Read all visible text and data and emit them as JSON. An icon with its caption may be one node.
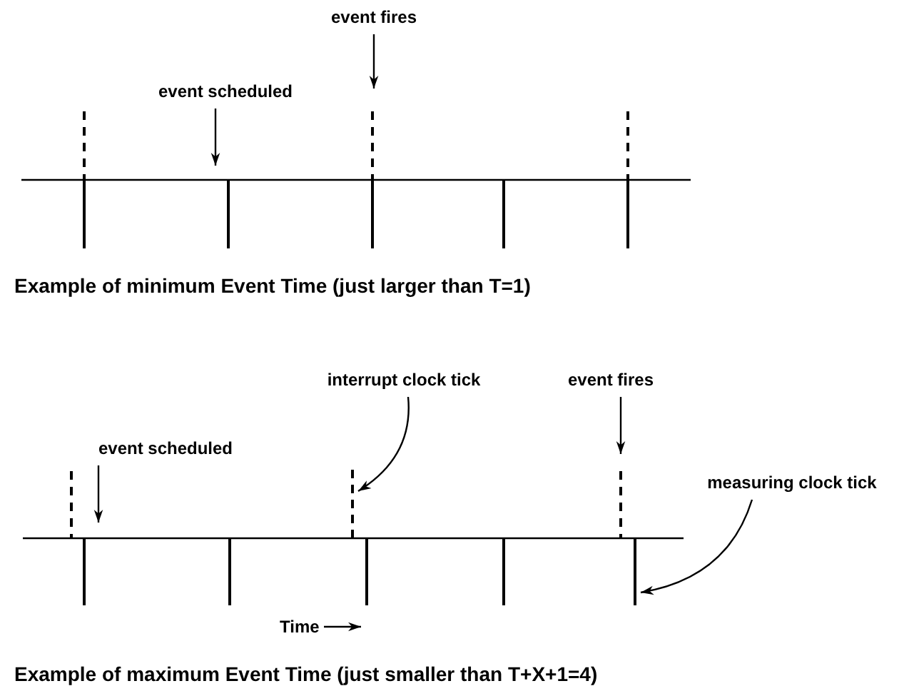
{
  "diagram": {
    "nodes": [
      {
        "text": [
          "event fires"
        ]
      },
      {
        "text": [
          "event scheduled"
        ]
      },
      {
        "text": [
          "interrupt clock tick"
        ]
      },
      {
        "text": [
          "event fires"
        ]
      },
      {
        "text": [
          "event scheduled"
        ]
      },
      {
        "text": [
          "measuring clock tick"
        ]
      },
      {
        "text": [],
        "shape": "bar"
      },
      {
        "text": [],
        "shape": "bar"
      }
    ],
    "edges": [
      {
        "from": 0,
        "to": null,
        "arrow": "to"
      },
      {
        "from": 1,
        "to": null,
        "arrow": "to"
      },
      {
        "from": 2,
        "to": 6,
        "arrow": "to"
      },
      {
        "from": 3,
        "to": null,
        "arrow": "to"
      },
      {
        "from": 4,
        "to": null,
        "arrow": "to"
      },
      {
        "from": 5,
        "to": 7,
        "arrow": "to"
      }
    ],
    "labels": [
      "Example of minimum Event Time (just larger than T=1)",
      "Time",
      "Example of maximum Event Time (just smaller than T+X+1=4)"
    ]
  }
}
